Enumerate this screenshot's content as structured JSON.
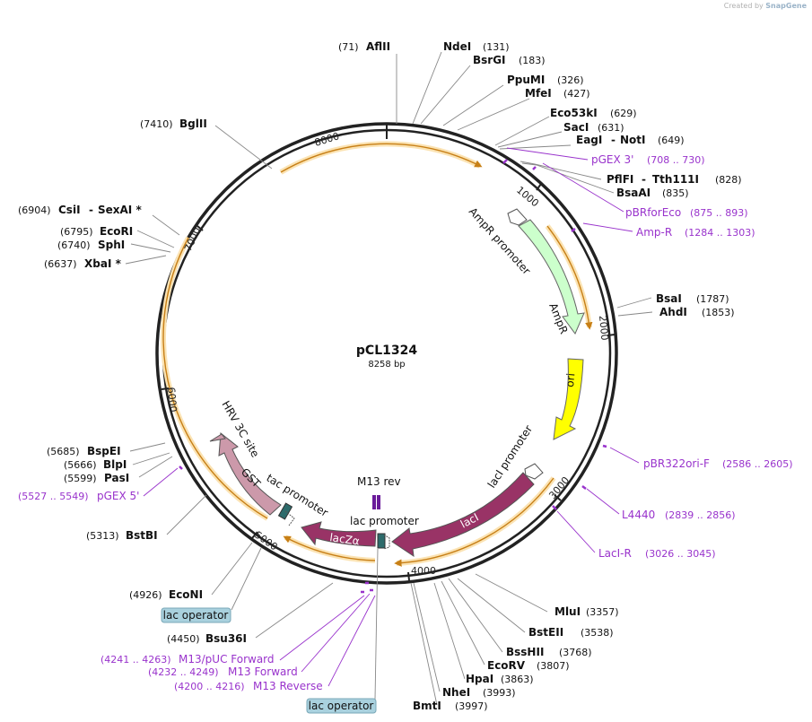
{
  "credit": {
    "prefix": "Created by",
    "brand": "SnapGene"
  },
  "plasmid": {
    "name": "pCL1324",
    "length_label": "8258 bp"
  },
  "ticks": [
    "1000",
    "2000",
    "3000",
    "4000",
    "5000",
    "6000",
    "7000",
    "8000"
  ],
  "sites": [
    {
      "bp": "(71)",
      "enzyme": "AflII"
    },
    {
      "bp": "(131)",
      "enzyme": "NdeI"
    },
    {
      "bp": "(183)",
      "enzyme": "BsrGI"
    },
    {
      "bp": "(326)",
      "enzyme": "PpuMI"
    },
    {
      "bp": "(427)",
      "enzyme": "MfeI"
    },
    {
      "bp": "(629)",
      "enzyme": "Eco53kI"
    },
    {
      "bp": "(631)",
      "enzyme": "SacI"
    },
    {
      "bp": "(649)",
      "enzyme": "EagI",
      "enzyme2": "NotI"
    },
    {
      "bp": "(828)",
      "enzyme": "PflFI",
      "enzyme2": "Tth111I"
    },
    {
      "bp": "(835)",
      "enzyme": "BsaAI"
    },
    {
      "bp": "(1787)",
      "enzyme": "BsaI"
    },
    {
      "bp": "(1853)",
      "enzyme": "AhdI"
    },
    {
      "bp": "(3357)",
      "enzyme": "MluI"
    },
    {
      "bp": "(3538)",
      "enzyme": "BstEII"
    },
    {
      "bp": "(3768)",
      "enzyme": "BssHII"
    },
    {
      "bp": "(3807)",
      "enzyme": "EcoRV"
    },
    {
      "bp": "(3863)",
      "enzyme": "HpaI"
    },
    {
      "bp": "(3993)",
      "enzyme": "NheI"
    },
    {
      "bp": "(3997)",
      "enzyme": "BmtI"
    },
    {
      "bp": "(4450)",
      "enzyme": "Bsu36I"
    },
    {
      "bp": "(4926)",
      "enzyme": "EcoNI"
    },
    {
      "bp": "(5313)",
      "enzyme": "BstBI"
    },
    {
      "bp": "(5599)",
      "enzyme": "PasI"
    },
    {
      "bp": "(5666)",
      "enzyme": "BlpI"
    },
    {
      "bp": "(5685)",
      "enzyme": "BspEI"
    },
    {
      "bp": "(6637)",
      "enzyme": "XbaI *"
    },
    {
      "bp": "(6740)",
      "enzyme": "SphI"
    },
    {
      "bp": "(6795)",
      "enzyme": "EcoRI"
    },
    {
      "bp": "(6904)",
      "enzyme": "CsiI",
      "enzyme2": "SexAI *"
    },
    {
      "bp": "(7410)",
      "enzyme": "BglII"
    }
  ],
  "primers": [
    {
      "name": "pGEX 3'",
      "range": "(708 .. 730)"
    },
    {
      "name": "pBRforEco",
      "range": "(875 .. 893)"
    },
    {
      "name": "Amp-R",
      "range": "(1284 .. 1303)"
    },
    {
      "name": "pBR322ori-F",
      "range": "(2586 .. 2605)"
    },
    {
      "name": "L4440",
      "range": "(2839 .. 2856)"
    },
    {
      "name": "LacI-R",
      "range": "(3026 .. 3045)"
    },
    {
      "name": "M13/pUC Forward",
      "range": "(4241 .. 4263)"
    },
    {
      "name": "M13 Forward",
      "range": "(4232 .. 4249)"
    },
    {
      "name": "M13 Reverse",
      "range": "(4200 .. 4216)"
    },
    {
      "name": "pGEX 5'",
      "range": "(5527 .. 5549)"
    }
  ],
  "features": {
    "ampr_promoter": "AmpR promoter",
    "ampr": "AmpR",
    "ori": "ori",
    "laci_promoter": "lacI promoter",
    "laci": "lacI",
    "lac_promoter": "lac promoter",
    "m13_rev": "M13 rev",
    "lacza": "lacZα",
    "tac_promoter": "tac promoter",
    "gst": "GST",
    "hrv_site": "HRV 3C site"
  },
  "lac_operator": {
    "label1": "lac operator",
    "label2": "lac operator"
  },
  "colors": {
    "enzyme": "#000000",
    "primer": "#9933cc",
    "ampr": "#ccffcc",
    "ori": "#ffff00",
    "lacI": "#993366",
    "gst": "#cc99aa",
    "orange_track": "#f5a623",
    "lac_operator_fill": "#a9d1de"
  }
}
